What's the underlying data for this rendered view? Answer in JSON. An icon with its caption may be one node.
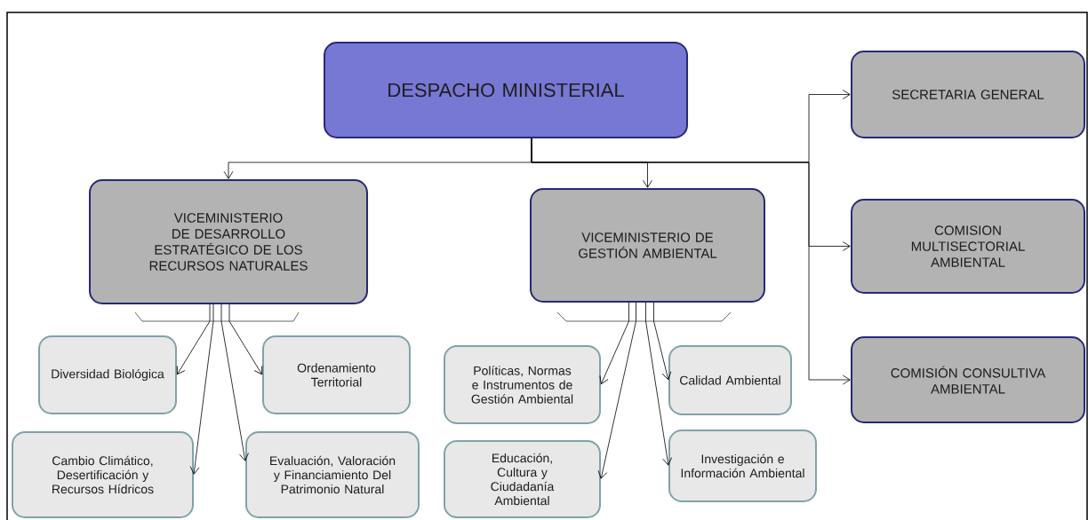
{
  "diagram": {
    "nodes": [
      {
        "text": [
          "DESPACHO MINISTERIAL"
        ]
      },
      {
        "text": [
          "SECRETARIA GENERAL"
        ]
      },
      {
        "text": [
          "VICEMINISTERIO DE DESARROLLO ESTRATÉGICO DE LOS RECURSOS NATURALES"
        ]
      },
      {
        "text": [
          "VICEMINISTERIO DE GESTIÓN AMBIENTAL"
        ]
      },
      {
        "text": [
          "COMISION MULTISECTORIAL AMBIENTAL"
        ]
      },
      {
        "text": [
          "COMISIÓN CONSULTIVA AMBIENTAL"
        ]
      },
      {
        "text": [
          "Diversidad Biológica"
        ]
      },
      {
        "text": [
          "Ordenamiento Territorial"
        ]
      },
      {
        "text": [
          "Políticas, Normas e Instrumentos de Gestión Ambiental"
        ]
      },
      {
        "text": [
          "Calidad Ambiental"
        ]
      },
      {
        "text": [
          "Cambio Climático, Desertificación y Recursos Hídricos"
        ]
      },
      {
        "text": [
          "Evaluación, Valoración y Financiamiento Del Patrimonio Natural"
        ]
      },
      {
        "text": [
          "Educación, Cultura y Ciudadanía Ambiental"
        ]
      },
      {
        "text": [
          "Investigación e Información Ambiental"
        ]
      }
    ],
    "edges": [
      {
        "from": 0,
        "to": 2,
        "arrow": "to"
      },
      {
        "from": 0,
        "to": 3,
        "arrow": "to"
      },
      {
        "from": 0,
        "to": 1,
        "arrow": "to"
      },
      {
        "from": 0,
        "to": 4,
        "arrow": "to"
      },
      {
        "from": 0,
        "to": 5,
        "arrow": "to"
      },
      {
        "from": 2,
        "to": 6,
        "arrow": "to"
      },
      {
        "from": 2,
        "to": 7,
        "arrow": "to"
      },
      {
        "from": 2,
        "to": 10,
        "arrow": "to"
      },
      {
        "from": 2,
        "to": 11,
        "arrow": "to"
      },
      {
        "from": 3,
        "to": 8,
        "arrow": "to"
      },
      {
        "from": 3,
        "to": 9,
        "arrow": "to"
      },
      {
        "from": 3,
        "to": 12,
        "arrow": "to"
      },
      {
        "from": 3,
        "to": 13,
        "arrow": "to"
      }
    ]
  }
}
